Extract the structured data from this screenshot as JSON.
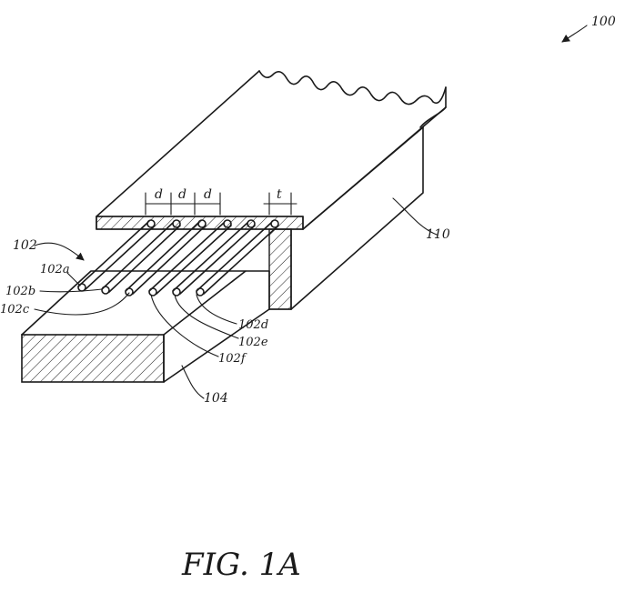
{
  "labels": {
    "ref_100": "100",
    "ref_110": "110",
    "ref_102": "102",
    "ref_102a": "102a",
    "ref_102b": "102b",
    "ref_102c": "102c",
    "ref_102d": "102d",
    "ref_102e": "102e",
    "ref_102f": "102f",
    "ref_104": "104",
    "dim_d": "d",
    "dim_t": "t"
  },
  "caption": "FIG. 1A"
}
